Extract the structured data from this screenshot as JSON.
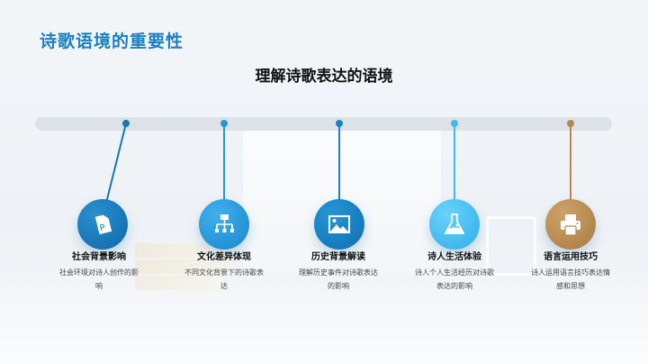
{
  "slide": {
    "title": "诗歌语境的重要性",
    "subtitle": "理解诗歌表达的语境"
  },
  "timeline": {
    "items": [
      {
        "label": "社会背景影响",
        "desc": "社会环境对诗人创作的影响",
        "icon": "document-p-icon",
        "color": "#1478b9"
      },
      {
        "label": "文化差异体现",
        "desc": "不同文化背景下的诗歌表达",
        "icon": "hierarchy-icon",
        "color": "#2596d6"
      },
      {
        "label": "历史背景解读",
        "desc": "理解历史事件对诗歌表达的影响",
        "icon": "image-icon",
        "color": "#1683c4"
      },
      {
        "label": "诗人生活体验",
        "desc": "诗人个人生活经历对诗歌表达的影响",
        "icon": "flask-icon",
        "color": "#3cbcf0"
      },
      {
        "label": "语言运用技巧",
        "desc": "诗人运用语言技巧表达情感和思想",
        "icon": "printer-icon",
        "color": "#b4884e"
      }
    ]
  }
}
